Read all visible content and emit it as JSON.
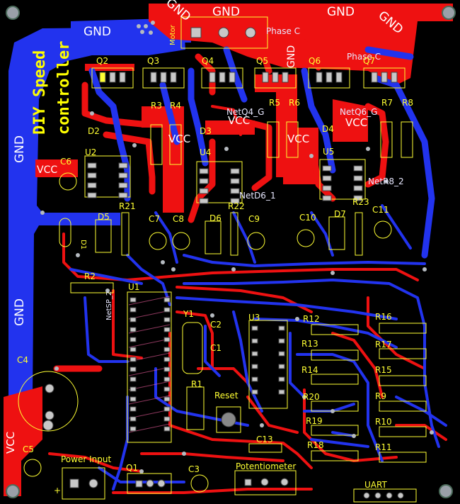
{
  "board": {
    "title_line1": "DIY Speed",
    "title_line2": "controller",
    "colors": {
      "bottom_copper": "#2233ee",
      "top_copper": "#ee1111",
      "silk": "#ffff33",
      "pad": "#c8c8c8",
      "via": "#9aa0a8",
      "background": "#000000"
    }
  },
  "nets": {
    "gnd_top1": "GND",
    "gnd_top2": "GND",
    "gnd_top3": "GND",
    "gnd_left1": "GND",
    "gnd_left2": "GND",
    "gnd_left3": "GND",
    "gnd_right": "GND",
    "gnd_top4": "GND",
    "vcc1": "VCC",
    "vcc2": "VCC",
    "vcc3": "VCC",
    "vcc4": "VCC",
    "vcc5": "VCC",
    "vcc6": "VCC",
    "phase_c1": "Phase C",
    "phase_c2": "Phase C",
    "netq4": "NetQ4_G",
    "netq6": "NetQ6_G",
    "netd6": "NetD6_1",
    "netr8": "NetR8_2",
    "netsp": "NetSP_2"
  },
  "components": {
    "motor": "Motor",
    "q2": "Q2",
    "q3": "Q3",
    "q4": "Q4",
    "q1": "Q1",
    "q5": "Q5",
    "q6": "Q6",
    "q7": "Q7",
    "r3": "R3",
    "r4": "R4",
    "r5": "R5",
    "r6": "R6",
    "r7": "R7",
    "r8": "R8",
    "d2": "D2",
    "d3": "D3",
    "d4": "D4",
    "u2": "U2",
    "u4": "U4",
    "u5": "U5",
    "c6": "C6",
    "r21": "R21",
    "r22": "R22",
    "r23": "R23",
    "d5": "D5",
    "d6": "D6",
    "d7": "D7",
    "c7": "C7",
    "c8": "C8",
    "c9": "C9",
    "c10": "C10",
    "c11": "C11",
    "d1": "D1",
    "r2": "R2",
    "u1": "U1",
    "y1": "Y1",
    "c2": "C2",
    "c1": "C1",
    "u3": "U3",
    "r12": "R12",
    "r13": "R13",
    "r14": "R14",
    "r20": "R20",
    "r19": "R19",
    "r18": "R18",
    "r16": "R16",
    "r17": "R17",
    "r15": "R15",
    "r9": "R9",
    "r10": "R10",
    "r11": "R11",
    "c4": "C4",
    "r1": "R1",
    "reset": "Reset",
    "c13": "C13",
    "potentiometer": "Potentiometer",
    "c5": "C5",
    "power_input": "Power Input",
    "c3": "C3",
    "uart": "UART",
    "plus": "+"
  }
}
